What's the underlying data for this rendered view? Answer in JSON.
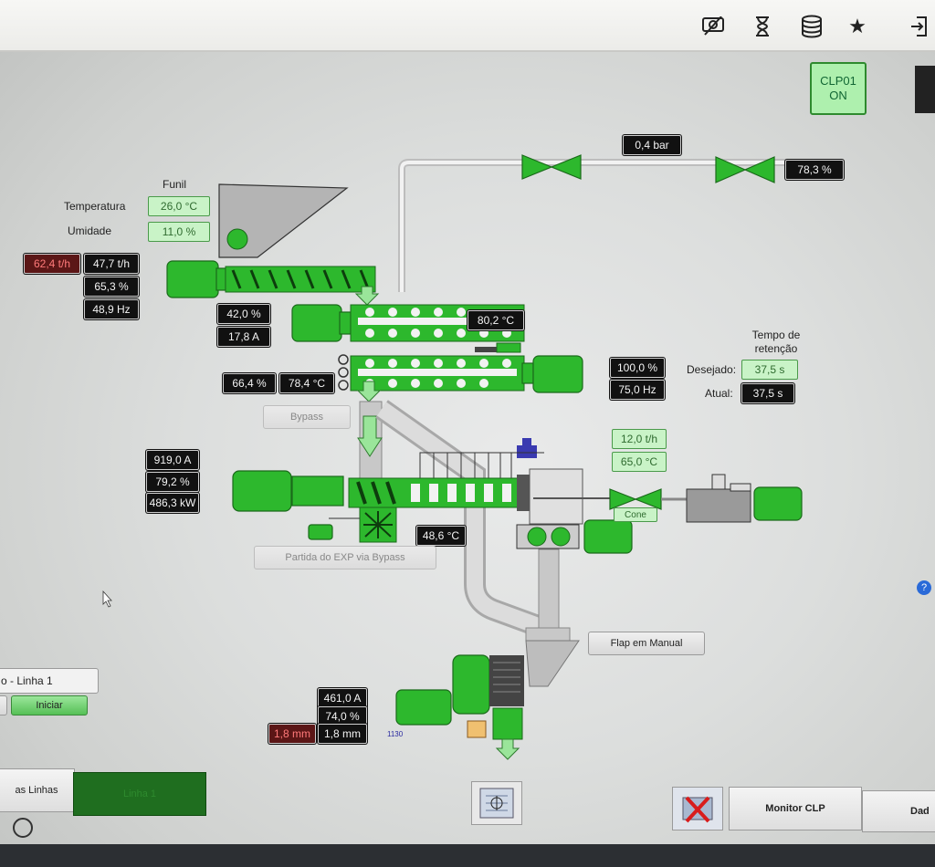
{
  "toolbar": {
    "icons": [
      "eye-off-icon",
      "hourglass-icon",
      "database-icon",
      "star-icon",
      "exit-icon"
    ]
  },
  "clp": {
    "line1": "CLP01",
    "line2": "ON"
  },
  "pressure": {
    "value": "0,4 bar"
  },
  "valve_pct": {
    "value": "78,3 %"
  },
  "funil": {
    "title": "Funil",
    "temp_label": "Temperatura",
    "temp_value": "26,0 °C",
    "hum_label": "Umidade",
    "hum_value": "11,0 %"
  },
  "feeder": {
    "setpoint_red": "62,4 t/h",
    "flow": "47,7 t/h",
    "pct": "65,3 %",
    "freq": "48,9 Hz",
    "pct2": "42,0 %",
    "current": "17,8 A"
  },
  "conditioner": {
    "temp": "80,2 °C",
    "pct_left": "66,4 %",
    "temp_left": "78,4 °C",
    "pct_right": "100,0 %",
    "freq_right": "75,0 Hz"
  },
  "retention": {
    "title": "Tempo de retenção",
    "desired_label": "Desejado:",
    "desired_value": "37,5 s",
    "actual_label": "Atual:",
    "actual_value": "37,5 s"
  },
  "bypass_button": "Bypass",
  "extruder": {
    "current": "919,0 A",
    "pct": "79,2 %",
    "power": "486,3 kW",
    "temp": "48,6 °C",
    "start_button": "Partida do EXP via Bypass"
  },
  "cone": {
    "flow": "12,0 t/h",
    "temp": "65,0 °C",
    "label": "Cone"
  },
  "flap_button": "Flap em Manual",
  "grinder": {
    "current": "461,0 A",
    "pct": "74,0 %",
    "red_mm": "1,8 mm",
    "mm": "1,8 mm",
    "tag": "1130"
  },
  "line_panel": {
    "title": "o - Linha 1",
    "start_button": "Iniciar"
  },
  "bottom_tabs": {
    "all_lines": "as Linhas",
    "line1": "Linha 1",
    "monitor": "Monitor CLP",
    "data": "Dad"
  },
  "colors": {
    "equipment_green": "#2db82d",
    "value_box": "#111111",
    "setpoint_box": "#c9f3c7"
  }
}
